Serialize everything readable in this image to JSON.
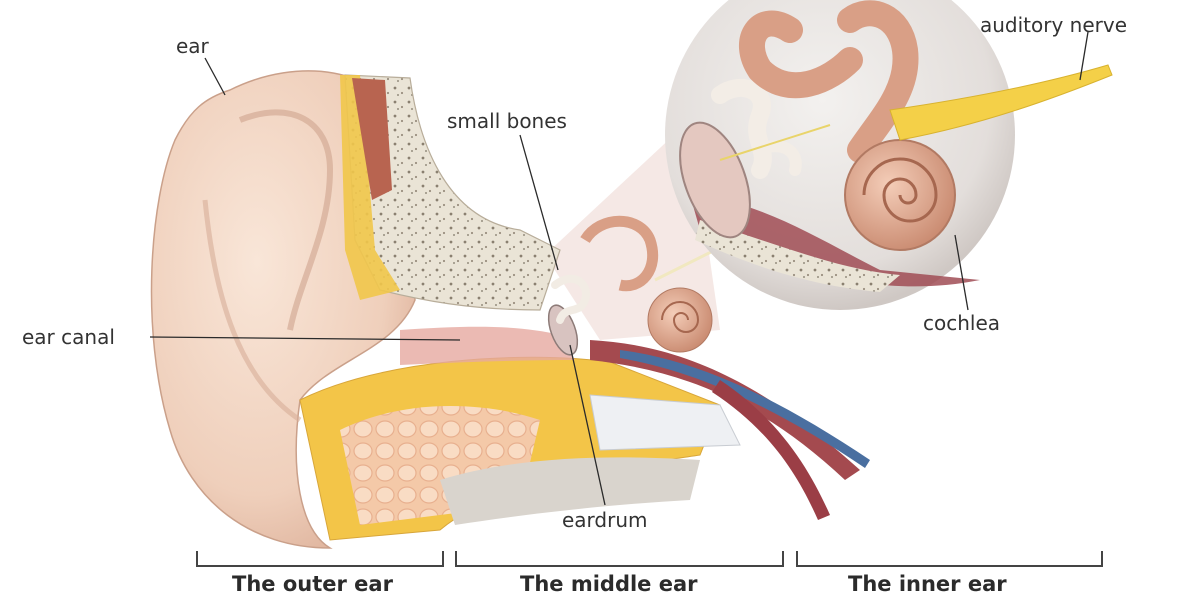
{
  "labels": {
    "ear": "ear",
    "small_bones": "small bones",
    "auditory_nerve": "auditory nerve",
    "ear_canal": "ear canal",
    "cochlea": "cochlea",
    "eardrum": "eardrum"
  },
  "sections": {
    "outer": "The outer ear",
    "middle": "The middle ear",
    "inner": "The inner ear"
  },
  "colors": {
    "skin": "#f3d6c4",
    "skin_shadow": "#d9ae98",
    "bone": "#ede8dc",
    "fat": "#f2c84b",
    "muscle": "#b86450",
    "cochlea": "#d99f86",
    "nerve": "#f4d048",
    "vessel_blue": "#4a6fa0",
    "vessel_red": "#9b3e46"
  }
}
